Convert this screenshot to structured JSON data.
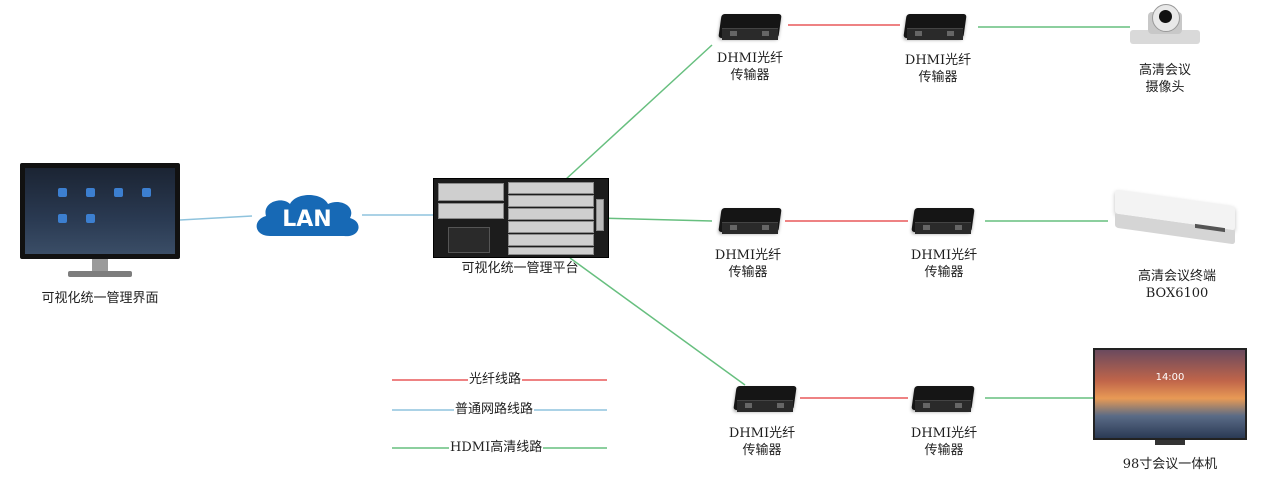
{
  "nodes": {
    "monitor_label": "可视化统一管理界面",
    "lan_label": "LAN",
    "platform_label": "可视化统一管理平台",
    "camera_label_line1": "高清会议",
    "camera_label_line2": "摄像头",
    "terminal_label_line1": "高清会议终端",
    "terminal_label_line2": "BOX6100",
    "bigscreen_label": "98寸会议一体机",
    "bigscreen_clock": "14:00"
  },
  "transmitters": {
    "line1": "DHMI光纤",
    "line2": "传输器"
  },
  "legend": {
    "fiber": "光纤线路",
    "network": "普通网路线路",
    "hdmi": "HDMI高清线路"
  },
  "colors": {
    "fiber": "#e8585a",
    "network": "#8fc3dd",
    "hdmi": "#67bf7f",
    "lan_cloud": "#1769b5"
  },
  "icons": [
    "monitor-icon",
    "lan-cloud-icon",
    "chassis-icon",
    "transmitter-icon",
    "ptz-camera-icon",
    "video-terminal-icon",
    "interactive-display-icon"
  ]
}
